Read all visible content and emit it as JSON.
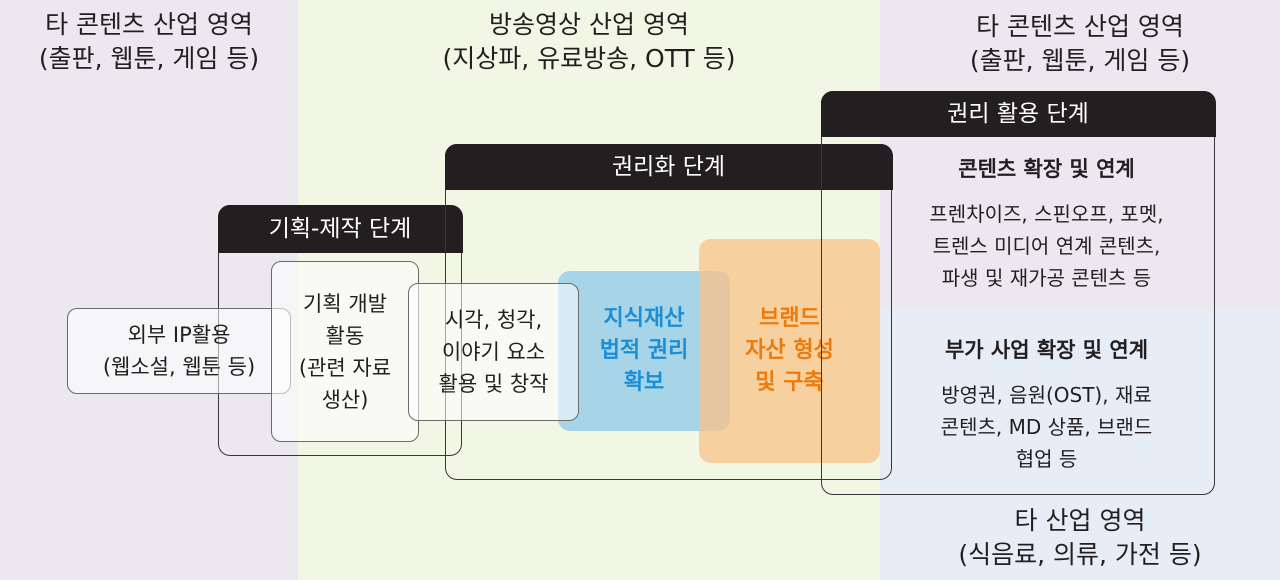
{
  "regions": {
    "left_other": {
      "line1": "타 콘텐츠 산업 영역",
      "line2": "(출판, 웹툰, 게임 등)"
    },
    "broadcast": {
      "line1": "방송영상 산업 영역",
      "line2": "(지상파, 유료방송, OTT 등)"
    },
    "right_other": {
      "line1": "타 콘텐츠 산업 영역",
      "line2": "(출판, 웹툰, 게임 등)"
    },
    "other_industry": {
      "line1": "타 산업 영역",
      "line2": "(식음료, 의류, 가전 등)"
    }
  },
  "stages": {
    "planning": "기획-제작 단계",
    "rights": "권리화 단계",
    "utilization": "권리 활용 단계"
  },
  "boxes": {
    "external_ip": [
      "외부 IP활용",
      "(웹소설, 웹툰 등)"
    ],
    "planning_dev": [
      "기획 개발",
      "활동",
      "(관련 자료",
      "생산)"
    ],
    "creation": [
      "시각, 청각,",
      "이야기 요소",
      "활용 및 창작"
    ],
    "ip_secure": [
      "지식재산",
      "법적 권리",
      "확보"
    ],
    "brand": [
      "브랜드",
      "자산 형성",
      "및 구축"
    ]
  },
  "sections": {
    "content_ext": {
      "title": "콘텐츠 확장 및 연계",
      "lines": [
        "프렌차이즈, 스핀오프, 포멧,",
        "트렌스 미디어 연계 콘텐츠,",
        "파생 및 재가공 콘텐츠 등"
      ]
    },
    "business_ext": {
      "title": "부가 사업 확장 및 연계",
      "lines": [
        "방영권, 음원(OST), 재료",
        "콘텐츠, MD 상품, 브랜드",
        "협업 등"
      ]
    }
  },
  "colors": {
    "ip_fill": "#8fc8ea",
    "ip_text": "#1b8fd6",
    "brand_fill": "#f8c389",
    "brand_text": "#ec7a0d",
    "header_fill": "#231f20"
  }
}
